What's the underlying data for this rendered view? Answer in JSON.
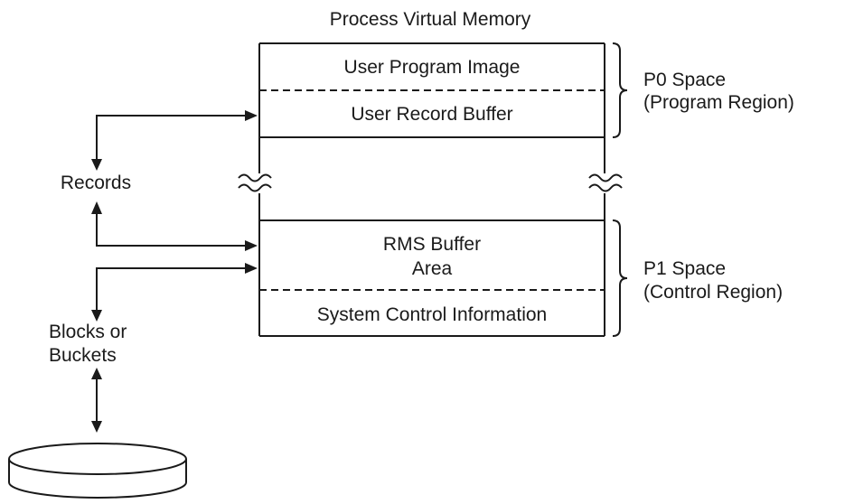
{
  "title": "Process Virtual Memory",
  "memory": {
    "user_program_image": "User Program Image",
    "user_record_buffer": "User Record Buffer",
    "rms_buffer_line1": "RMS Buffer",
    "rms_buffer_line2": "Area",
    "system_control_information": "System Control Information"
  },
  "regions": {
    "p0_line1": "P0 Space",
    "p0_line2": "(Program Region)",
    "p1_line1": "P1 Space",
    "p1_line2": "(Control Region)"
  },
  "left": {
    "records": "Records",
    "blocks_line1": "Blocks or",
    "blocks_line2": "Buckets"
  }
}
